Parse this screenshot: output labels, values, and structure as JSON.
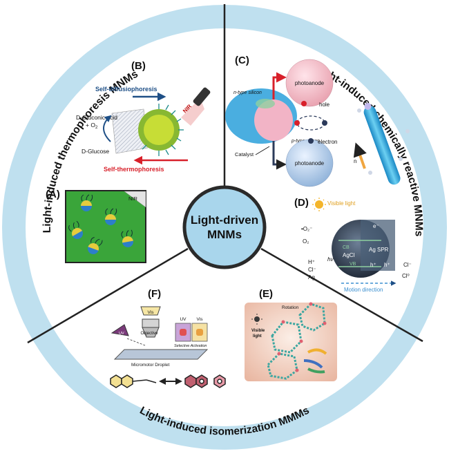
{
  "center": {
    "line1": "Light-driven",
    "line2": "MNMs"
  },
  "ring_titles": {
    "left": "Light-induced thermophoresis MNMs",
    "right": "Light-induced chemically reactive MNMs",
    "bottom": "Light-induced isomerization MMMs"
  },
  "panels": {
    "a": {
      "label": "(A)",
      "nir": "NIR"
    },
    "b": {
      "label": "(B)",
      "self_diffusiophoresis": "Self-diffusiophoresis",
      "nir": "NIR",
      "gluconic_1": "D-Gluconic acid",
      "gluconic_2": "+ O",
      "gluconic_sub": "2",
      "glucose": "D-Glucose",
      "self_thermophoresis": "Self-thermophoresis"
    },
    "c": {
      "label": "(C)",
      "n_type": "n-type silicon",
      "p_type": "p-type silicon",
      "photoanode_top": "photoanode",
      "photoanode_bottom": "photoanode",
      "hole": "hole",
      "electron": "electron",
      "catalyst": "Catalyst",
      "n": "n"
    },
    "d": {
      "label": "(D)",
      "visible_light": "Visible light",
      "o2_radical": "•O₂⁻",
      "o2": "O₂",
      "e1": "e⁻",
      "e2": "e⁻",
      "cb": "CB",
      "vb": "VB",
      "agcl": "AgCl",
      "ag_spr": "Ag SPR",
      "hv": "hν",
      "h_plus": "H⁺",
      "cl_minus": "Cl⁻",
      "ag": "Ag",
      "h1": "h⁺",
      "h2": "h⁺",
      "cl_minus_r": "Cl⁻",
      "cl0": "Cl⁰",
      "motion": "Motion direction"
    },
    "e": {
      "label": "(E)",
      "rotation": "Rotation",
      "visible": "Visible",
      "light": "light"
    },
    "f": {
      "label": "(F)",
      "vis_top": "Vis",
      "objective": "Objective",
      "uv_left": "UV",
      "uv_box": "UV",
      "vis_box": "Vis",
      "droplet": "Micromotor Droplet",
      "selective": "Selective Activation"
    }
  },
  "colors": {
    "ring": "#bfe0ef",
    "center_fill": "#a9d6ec",
    "center_stroke": "#2a2a2a",
    "red_arrow": "#d8202a",
    "blue_arrow": "#1e4f86",
    "green_bg": "#3aa53a"
  }
}
